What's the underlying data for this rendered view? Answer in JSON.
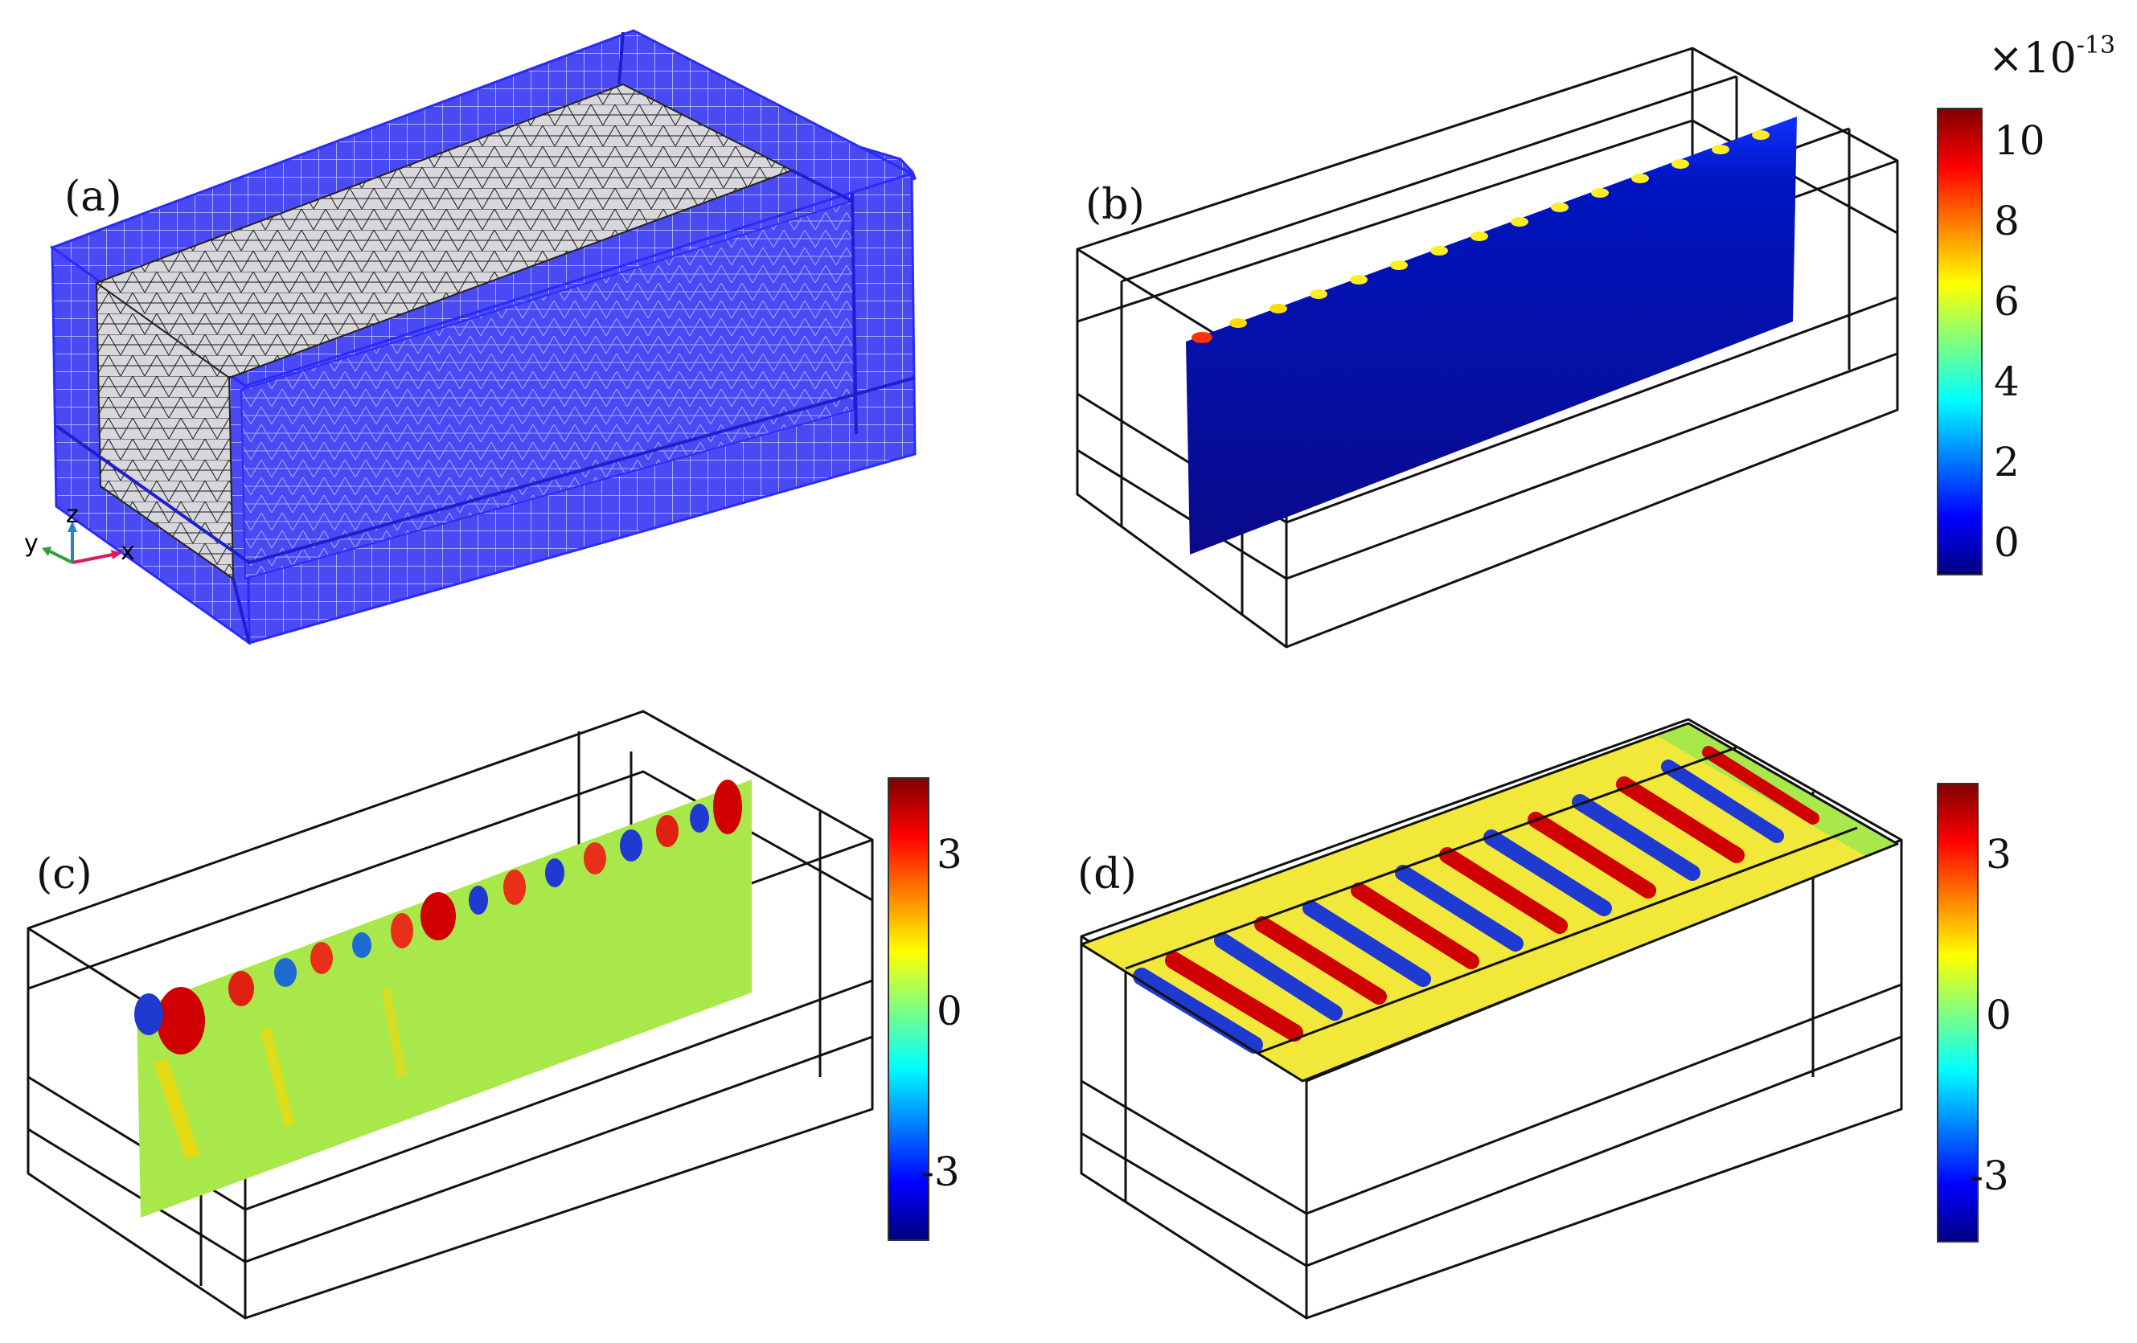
{
  "panels": {
    "a": {
      "label": "(a)"
    },
    "b": {
      "label": "(b)"
    },
    "c": {
      "label": "(c)"
    },
    "d": {
      "label": "(d)"
    }
  },
  "axes_triad": {
    "x": "x",
    "y": "y",
    "z": "z"
  },
  "colorbars": {
    "b": {
      "multiplier_prefix": "×10",
      "multiplier_exp": "-13",
      "ticks": [
        "10",
        "8",
        "6",
        "4",
        "2",
        "0"
      ]
    },
    "c": {
      "ticks": [
        "3",
        "0",
        "-3"
      ]
    },
    "d": {
      "ticks": [
        "3",
        "0",
        "-3"
      ]
    }
  },
  "colors": {
    "mesh_pml": "#3a3af0",
    "mesh_core": "#cfcfd6",
    "jet": [
      "#00007f",
      "#0000ff",
      "#00ffff",
      "#ffff00",
      "#ff0000",
      "#7f0000"
    ]
  }
}
